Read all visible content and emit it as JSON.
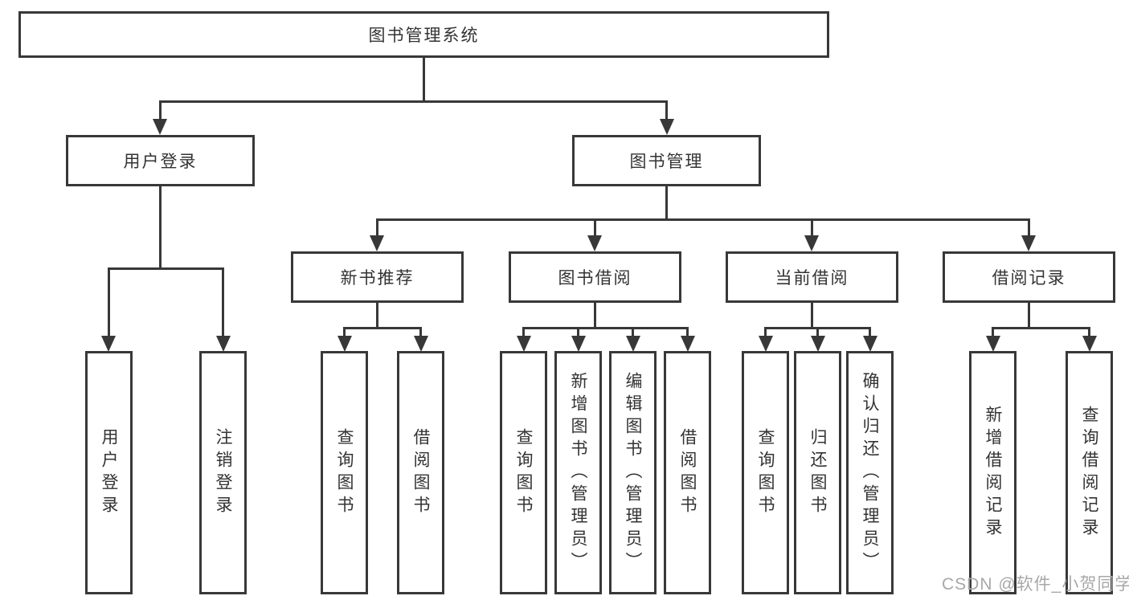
{
  "diagram": {
    "root": {
      "label": "图书管理系统"
    },
    "branches": [
      {
        "label": "用户登录",
        "children": [
          {
            "label": "用户登录"
          },
          {
            "label": "注销登录"
          }
        ]
      },
      {
        "label": "图书管理",
        "children": [
          {
            "label": "新书推荐",
            "children": [
              {
                "label": "查询图书"
              },
              {
                "label": "借阅图书"
              }
            ]
          },
          {
            "label": "图书借阅",
            "children": [
              {
                "label": "查询图书"
              },
              {
                "label": "新增图书（管理员）"
              },
              {
                "label": "编辑图书（管理员）"
              },
              {
                "label": "借阅图书"
              }
            ]
          },
          {
            "label": "当前借阅",
            "children": [
              {
                "label": "查询图书"
              },
              {
                "label": "归还图书"
              },
              {
                "label": "确认归还（管理员）"
              }
            ]
          },
          {
            "label": "借阅记录",
            "children": [
              {
                "label": "新增借阅记录"
              },
              {
                "label": "查询借阅记录"
              }
            ]
          }
        ]
      }
    ]
  },
  "watermark": {
    "text": "CSDN @软件_小贺同学"
  },
  "colors": {
    "line": "#383838",
    "text": "#333333",
    "box_bg": "#ffffff",
    "watermark": "#a8a8a8"
  }
}
